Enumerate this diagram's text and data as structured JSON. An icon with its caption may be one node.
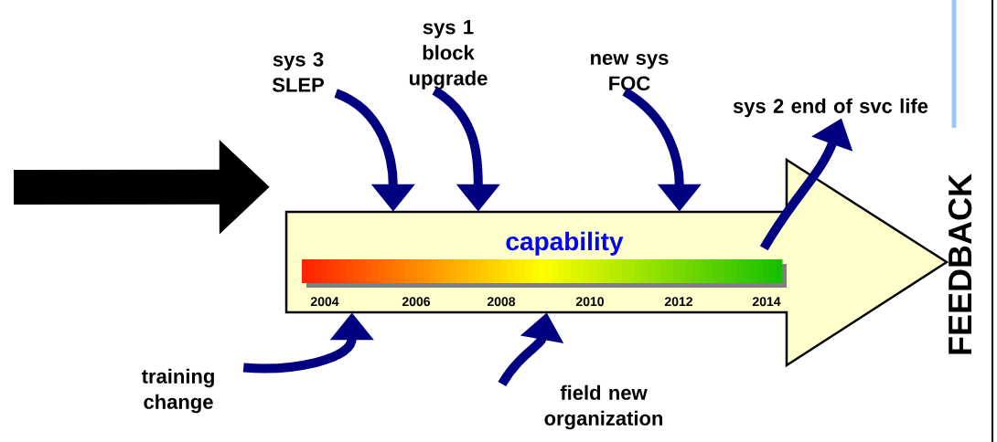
{
  "diagram": {
    "nodes": [
      {
        "text": [
          "capability"
        ]
      },
      {
        "text": [
          "sys 3 SLEP"
        ]
      },
      {
        "text": [
          "sys 1 block upgrade"
        ]
      },
      {
        "text": [
          "new sys FOC"
        ]
      },
      {
        "text": [
          "sys 2 end of svc life"
        ]
      },
      {
        "text": [
          "training change"
        ]
      },
      {
        "text": [
          "field new organization"
        ]
      }
    ],
    "edges": [
      {
        "from": null,
        "to": 0,
        "arrow": "to",
        "color": "#000000",
        "style": "thick"
      },
      {
        "from": 1,
        "to": 0,
        "arrow": "to"
      },
      {
        "from": 2,
        "to": 0,
        "arrow": "to"
      },
      {
        "from": 3,
        "to": 0,
        "arrow": "to"
      },
      {
        "from": 0,
        "to": 4,
        "arrow": "to"
      },
      {
        "from": 5,
        "to": 0,
        "arrow": "to"
      },
      {
        "from": 6,
        "to": 0,
        "arrow": "to"
      }
    ],
    "labels": [
      "2004",
      "2006",
      "2008",
      "2010",
      "2012",
      "2014",
      "FEEDBACK"
    ]
  }
}
